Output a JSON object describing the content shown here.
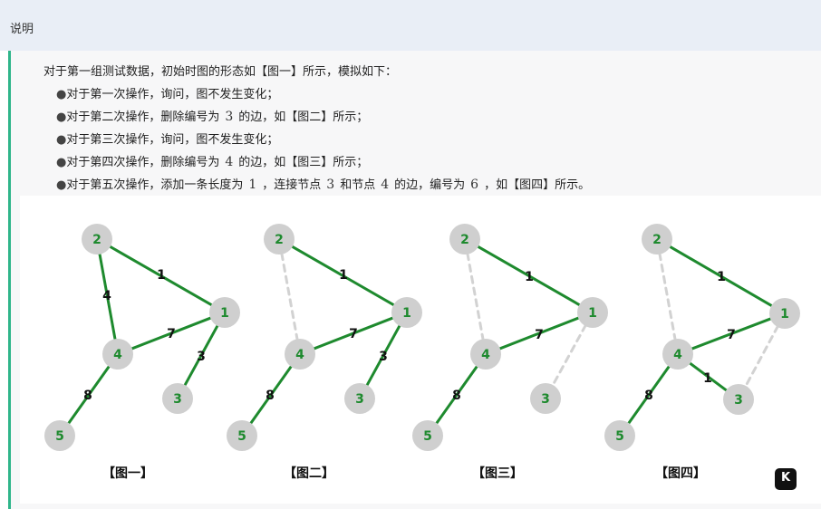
{
  "header": {
    "title": "说明"
  },
  "intro": "对于第一组测试数据，初始时图的形态如【图一】所示，模拟如下：",
  "bullets": [
    {
      "dot": "●",
      "before": "对于第一次操作，询问，图不发生变化；"
    },
    {
      "dot": "●",
      "before": "对于第二次操作，删除编号为",
      "n1": "3",
      "after": "的边，如【图二】所示；"
    },
    {
      "dot": "●",
      "before": "对于第三次操作，询问，图不发生变化；"
    },
    {
      "dot": "●",
      "before": "对于第四次操作，删除编号为",
      "n1": "4",
      "after": "的边，如【图三】所示；"
    },
    {
      "dot": "●",
      "before": "对于第五次操作，添加一条长度为",
      "n1": "1",
      "mid1": "，连接节点",
      "n2": "3",
      "mid2": "和节点",
      "n3": "4",
      "mid3": "的边，编号为",
      "n4": "6",
      "after": "，如【图四】所示。"
    }
  ],
  "graphs": [
    {
      "caption": "【图一】",
      "nodes": [
        "2",
        "1",
        "4",
        "3",
        "5"
      ],
      "edges": [
        {
          "from": "2",
          "to": "1",
          "label": "1",
          "state": "active"
        },
        {
          "from": "2",
          "to": "4",
          "label": "4",
          "state": "active"
        },
        {
          "from": "4",
          "to": "1",
          "label": "7",
          "state": "active"
        },
        {
          "from": "1",
          "to": "3",
          "label": "3",
          "state": "active"
        },
        {
          "from": "4",
          "to": "5",
          "label": "8",
          "state": "active"
        }
      ]
    },
    {
      "caption": "【图二】",
      "nodes": [
        "2",
        "1",
        "4",
        "3",
        "5"
      ],
      "edges": [
        {
          "from": "2",
          "to": "1",
          "label": "1",
          "state": "active"
        },
        {
          "from": "2",
          "to": "4",
          "label": "",
          "state": "deleted"
        },
        {
          "from": "4",
          "to": "1",
          "label": "7",
          "state": "active"
        },
        {
          "from": "1",
          "to": "3",
          "label": "3",
          "state": "active"
        },
        {
          "from": "4",
          "to": "5",
          "label": "8",
          "state": "active"
        }
      ]
    },
    {
      "caption": "【图三】",
      "nodes": [
        "2",
        "1",
        "4",
        "3",
        "5"
      ],
      "edges": [
        {
          "from": "2",
          "to": "1",
          "label": "1",
          "state": "active"
        },
        {
          "from": "2",
          "to": "4",
          "label": "",
          "state": "deleted"
        },
        {
          "from": "4",
          "to": "1",
          "label": "7",
          "state": "active"
        },
        {
          "from": "1",
          "to": "3",
          "label": "",
          "state": "deleted"
        },
        {
          "from": "4",
          "to": "5",
          "label": "8",
          "state": "active"
        }
      ]
    },
    {
      "caption": "【图四】",
      "nodes": [
        "2",
        "1",
        "4",
        "3",
        "5"
      ],
      "edges": [
        {
          "from": "2",
          "to": "1",
          "label": "1",
          "state": "active"
        },
        {
          "from": "2",
          "to": "4",
          "label": "",
          "state": "deleted"
        },
        {
          "from": "4",
          "to": "1",
          "label": "7",
          "state": "active"
        },
        {
          "from": "1",
          "to": "3",
          "label": "",
          "state": "deleted"
        },
        {
          "from": "4",
          "to": "5",
          "label": "8",
          "state": "active"
        },
        {
          "from": "4",
          "to": "3",
          "label": "1",
          "state": "active"
        }
      ]
    }
  ],
  "colors": {
    "edge": "#1e8a2e",
    "deleted_edge": "#d2d2d2",
    "node_fill": "#cfcfcf",
    "node_text": "#1e8a2e",
    "accent": "#2fb58a"
  },
  "logo": {
    "text": "K"
  }
}
